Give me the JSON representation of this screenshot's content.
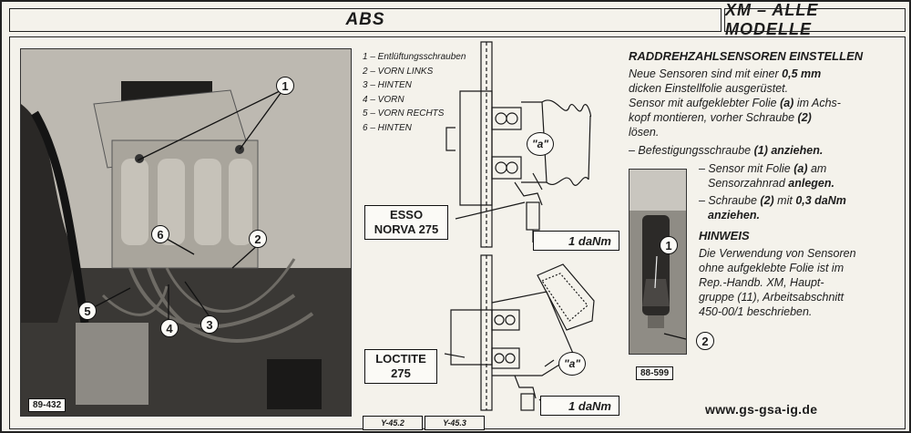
{
  "header": {
    "section": "ABS",
    "model": "XM – ALLE MODELLE"
  },
  "photo": {
    "figure_id": "89-432",
    "callouts": [
      "1",
      "2",
      "3",
      "4",
      "5",
      "6"
    ]
  },
  "legend": [
    "1 – Entlüftungsschrauben",
    "2 – VORN LINKS",
    "3 – HINTEN",
    "4 – VORN",
    "5 – VORN RECHTS",
    "6 – HINTEN"
  ],
  "diagram": {
    "grease_upper": "ESSO NORVA 275",
    "grease_upper_line1": "ESSO",
    "grease_upper_line2": "NORVA 275",
    "foil_label": "\"a\"",
    "torque_upper": "1 daNm",
    "grease_lower_line1": "LOCTITE",
    "grease_lower_line2": "275",
    "torque_lower": "1 daNm",
    "ref_left": "Y-45.2",
    "ref_right": "Y-45.3"
  },
  "instructions": {
    "title": "RADDREHZAHLSENSOREN EINSTELLEN",
    "p1_a": "Neue Sensoren sind mit einer ",
    "p1_b": "0,5 mm",
    "p1_c": "dicken Einstellfolie ausgerüstet.",
    "p2_a": "Sensor mit aufgeklebter Folie ",
    "p2_b": "(a)",
    "p2_c": " im Achs-",
    "p2_d": "kopf montieren, vorher Schraube ",
    "p2_e": "(2)",
    "p2_f": "lösen.",
    "step1_a": "– Befestigungsschraube ",
    "step1_b": "(1) anziehen.",
    "step2_a": "– Sensor mit Folie ",
    "step2_b": "(a)",
    "step2_c": " am",
    "step2_d": "Sensorzahnrad ",
    "step2_e": "anlegen.",
    "step3_a": "– Schraube ",
    "step3_b": "(2)",
    "step3_c": " mit ",
    "step3_d": "0,3 daNm",
    "step3_e": "anziehen.",
    "hint_title": "HINWEIS",
    "hint_1": "Die Verwendung von Sensoren",
    "hint_2": "ohne aufgeklebte Folie ist im",
    "hint_3": "Rep.-Handb. XM, Haupt-",
    "hint_4": "gruppe (11), Arbeitsabschnitt",
    "hint_5": "450-00/1 beschrieben."
  },
  "small_photo": {
    "figure_id": "88-599",
    "callouts": [
      "1",
      "2"
    ]
  },
  "footer_url": "www.gs-gsa-ig.de"
}
